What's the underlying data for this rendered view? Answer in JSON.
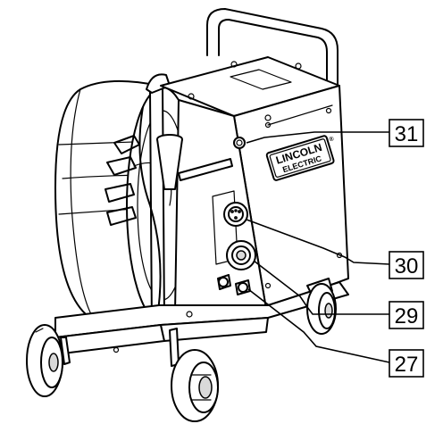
{
  "logo": {
    "line1": "LINCOLN",
    "line2": "ELECTRIC",
    "registered": "®"
  },
  "callouts": [
    {
      "id": "31",
      "label": "31"
    },
    {
      "id": "30",
      "label": "30"
    },
    {
      "id": "29",
      "label": "29"
    },
    {
      "id": "27",
      "label": "27"
    }
  ]
}
